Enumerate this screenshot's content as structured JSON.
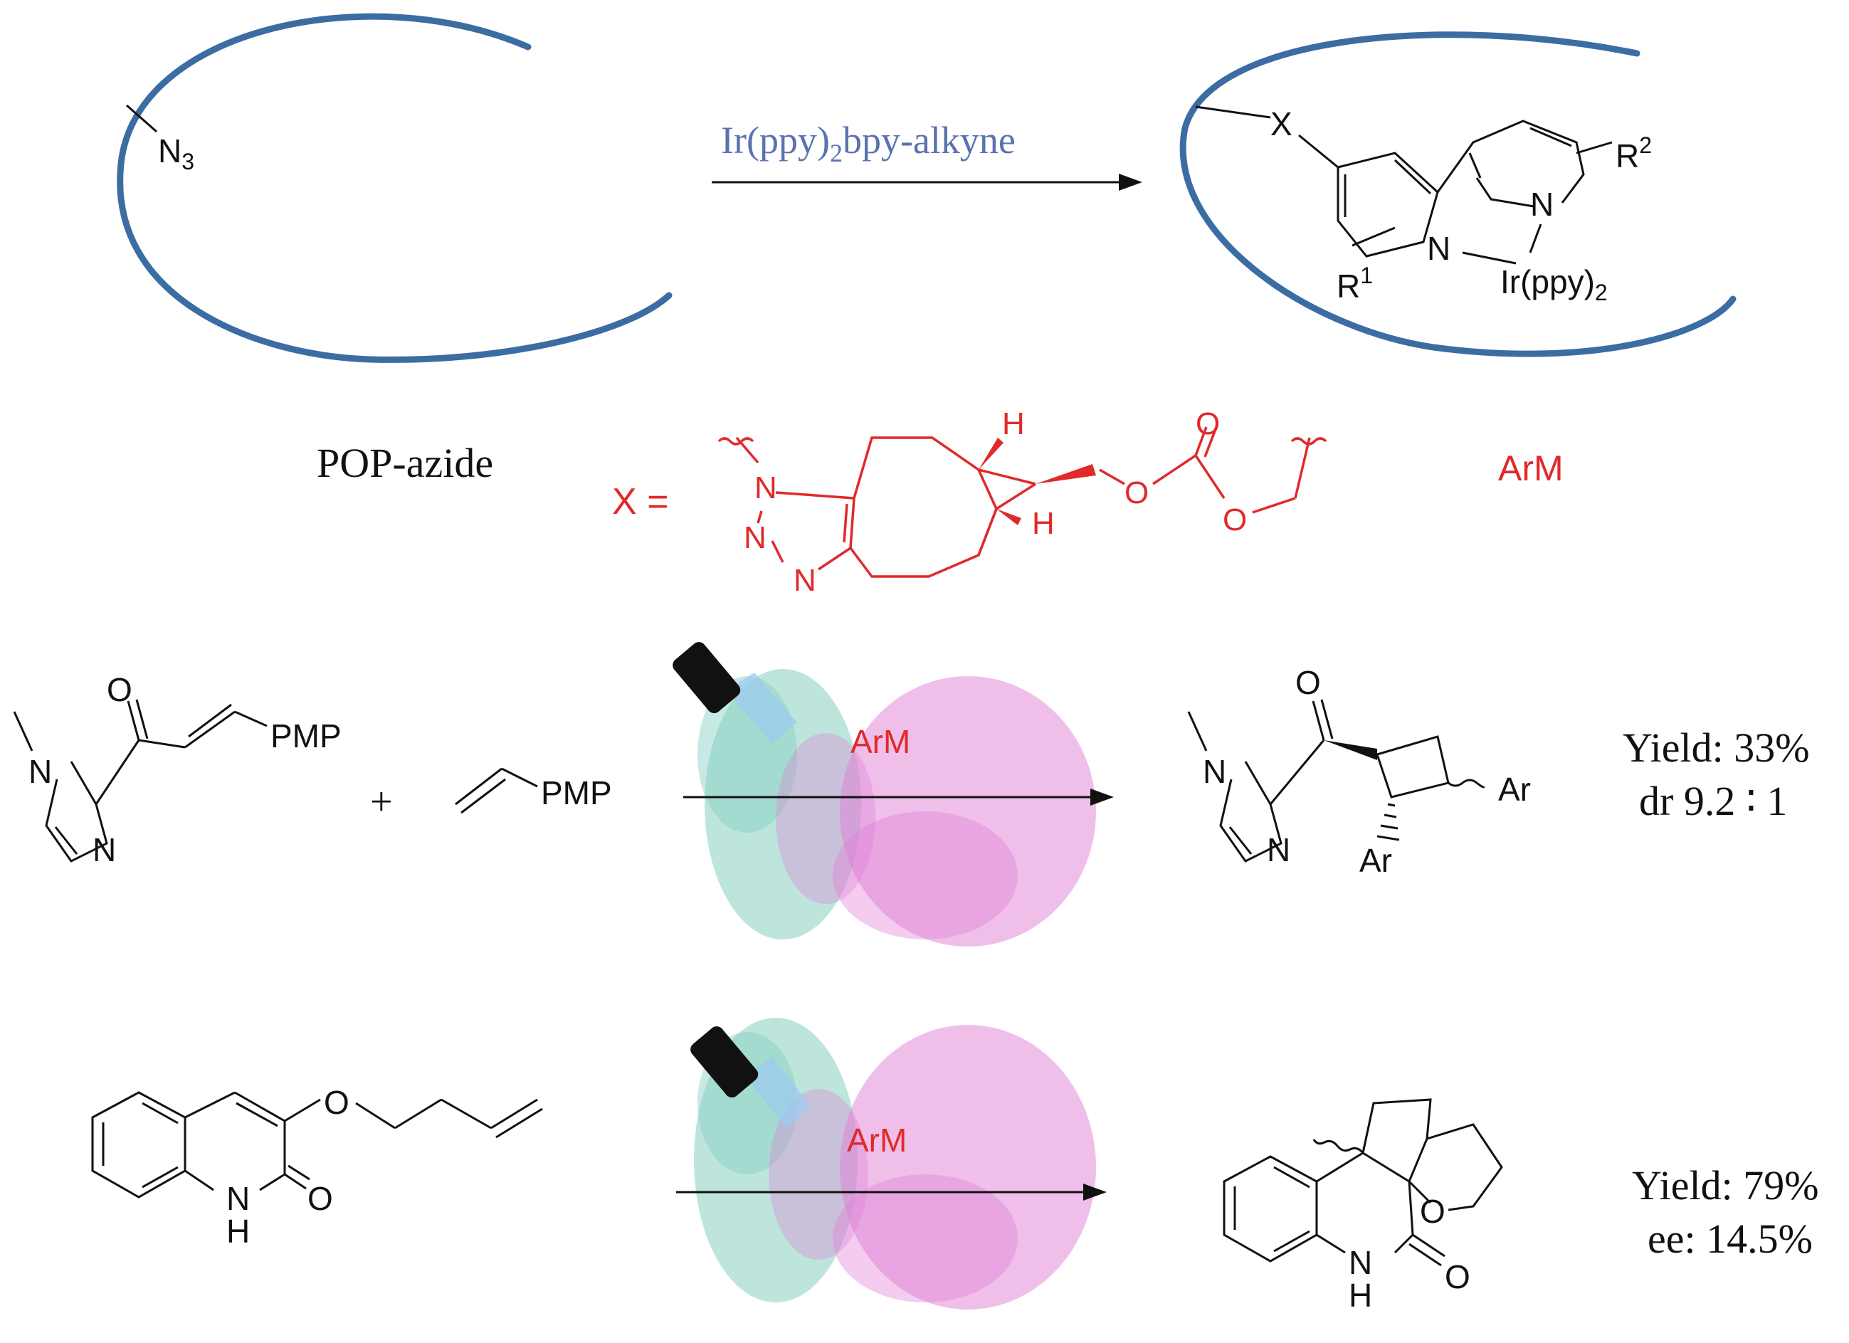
{
  "colors": {
    "polymer": "#3b6da3",
    "accent_red": "#e02a2a",
    "reagent_blue": "#5a72b0",
    "protein_teal": "#86cfc0",
    "protein_pink": "#e07fd6",
    "ink": "#111111"
  },
  "top": {
    "left_group": "N",
    "left_group_sub": "3",
    "reagent_main": "Ir(ppy)",
    "reagent_sub": "2",
    "reagent_tail": "bpy-alkyne",
    "left_caption": "POP-azide",
    "right_caption": "ArM",
    "product": {
      "x_label": "X",
      "n1": "N",
      "n2": "N",
      "metal": "Ir(ppy)",
      "metal_sub": "2",
      "r1": "R",
      "r1_sup": "1",
      "r2": "R",
      "r2_sup": "2"
    }
  },
  "linker": {
    "prefix": "X =",
    "n1": "N",
    "n2": "N",
    "n3": "N",
    "h1": "H",
    "h2": "H",
    "o_carbonyl": "O",
    "o1": "O",
    "o2": "O"
  },
  "reaction1": {
    "reactant_a": {
      "n_methyl": "N",
      "n_ring": "N",
      "o": "O",
      "group": "PMP"
    },
    "plus": "+",
    "reactant_b": {
      "group": "PMP"
    },
    "catalyst": "ArM",
    "product": {
      "n_methyl": "N",
      "n_ring": "N",
      "o": "O",
      "ar1": "Ar",
      "ar2": "Ar"
    },
    "result_line1": "Yield: 33%",
    "result_line2": "dr 9.2 ∶ 1"
  },
  "reaction2": {
    "reactant": {
      "o_ether": "O",
      "o_carbonyl": "O",
      "nh": "N",
      "h": "H"
    },
    "catalyst": "ArM",
    "product": {
      "o_ring": "O",
      "o_carbonyl": "O",
      "nh": "N",
      "h": "H"
    },
    "result_line1": "Yield: 79%",
    "result_line2": "ee: 14.5%"
  }
}
